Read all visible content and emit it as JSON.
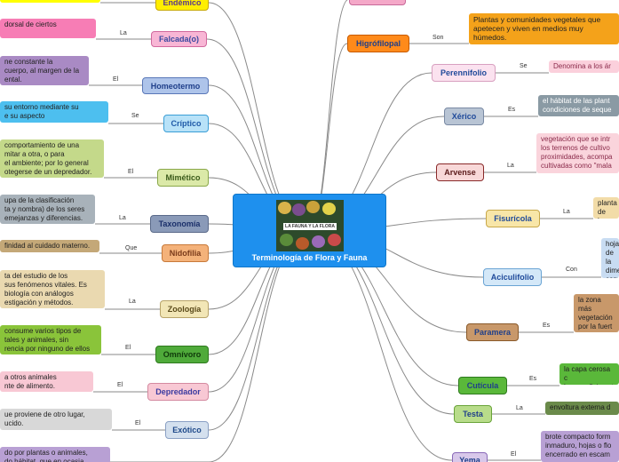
{
  "center": {
    "title": "Terminología de Flora y Fauna",
    "image_caption": "LA FAUNA Y LA FLORA"
  },
  "left": [
    {
      "term": "Endémico",
      "connector": "",
      "desc": ""
    },
    {
      "term": "Falcada(o)",
      "connector": "La",
      "desc": "dorsal de ciertos"
    },
    {
      "term": "Homeotermo",
      "connector": "El",
      "desc": "ne constante la\ncuerpo, al margen de la\nental."
    },
    {
      "term": "Críptico",
      "connector": "Se",
      "desc": " su entorno mediante su\ne su aspecto"
    },
    {
      "term": "Mimético",
      "connector": "El",
      "desc": "comportamiento de una\nmitar a otra, o para\nel ambiente; por lo general\notegerse de un depredador."
    },
    {
      "term": "Taxonomía",
      "connector": "La",
      "desc": "upa de la clasificación\nta y nombra) de los seres\nemejanzas y diferencias."
    },
    {
      "term": "Nidofilia",
      "connector": "Que",
      "desc": "finidad al cuidado materno."
    },
    {
      "term": "Zoología",
      "connector": "La",
      "desc": "ta del estudio de los\nsus fenómenos vitales. Es\n biología con análogos\nestigación y métodos."
    },
    {
      "term": "Omnívoro",
      "connector": "El",
      "desc": "consume varios tipos de\ntales y animales, sin\nrencia por ninguno de ellos"
    },
    {
      "term": "Depredador",
      "connector": "El",
      "desc": " a otros animales\nnte de alimento."
    },
    {
      "term": "Exótico",
      "connector": "El",
      "desc": "ue proviene de otro lugar,\nucido."
    },
    {
      "term": "",
      "connector": "",
      "desc": "do por plantas o animales,\ndo hábitat, que en ocasia"
    }
  ],
  "right": [
    {
      "term": "",
      "connector": "",
      "desc": ""
    },
    {
      "term": "Higrófilopal",
      "connector": "Son",
      "desc": "Plantas y comunidades vegetales que\napetecen y viven en medios muy\nhúmedos."
    },
    {
      "term": "Perennifolio",
      "connector": "Se",
      "desc": "Denomina a los ár"
    },
    {
      "term": "Xérico",
      "connector": "Es",
      "desc": "el hábitat de las plant\ncondiciones de seque"
    },
    {
      "term": "Arvense",
      "connector": "La",
      "desc": "vegetación que se intr\nlos terrenos de cultivo\nproximidades, acompa\ncultivadas como \"mala"
    },
    {
      "term": "Fisurícola",
      "connector": "La",
      "desc": "planta\nde las"
    },
    {
      "term": "Aciculifolio",
      "connector": "Con",
      "desc": "hoja\nde la\ndime\ncom"
    },
    {
      "term": "Paramera",
      "connector": "Es",
      "desc": "la zona más\nvegetación\npor la fuert\nambiental,"
    },
    {
      "term": "Cutícula",
      "connector": "Es",
      "desc": "la capa cerosa c\nla superficie ext"
    },
    {
      "term": "Testa",
      "connector": "La",
      "desc": "envoltura externa d"
    },
    {
      "term": "Yema",
      "connector": "El",
      "desc": "brote compacto form\ninmaduro, hojas o flo\nencerrado en escam"
    }
  ],
  "colors": {
    "line": "#8a8a8a",
    "center": "#1e90ee"
  }
}
